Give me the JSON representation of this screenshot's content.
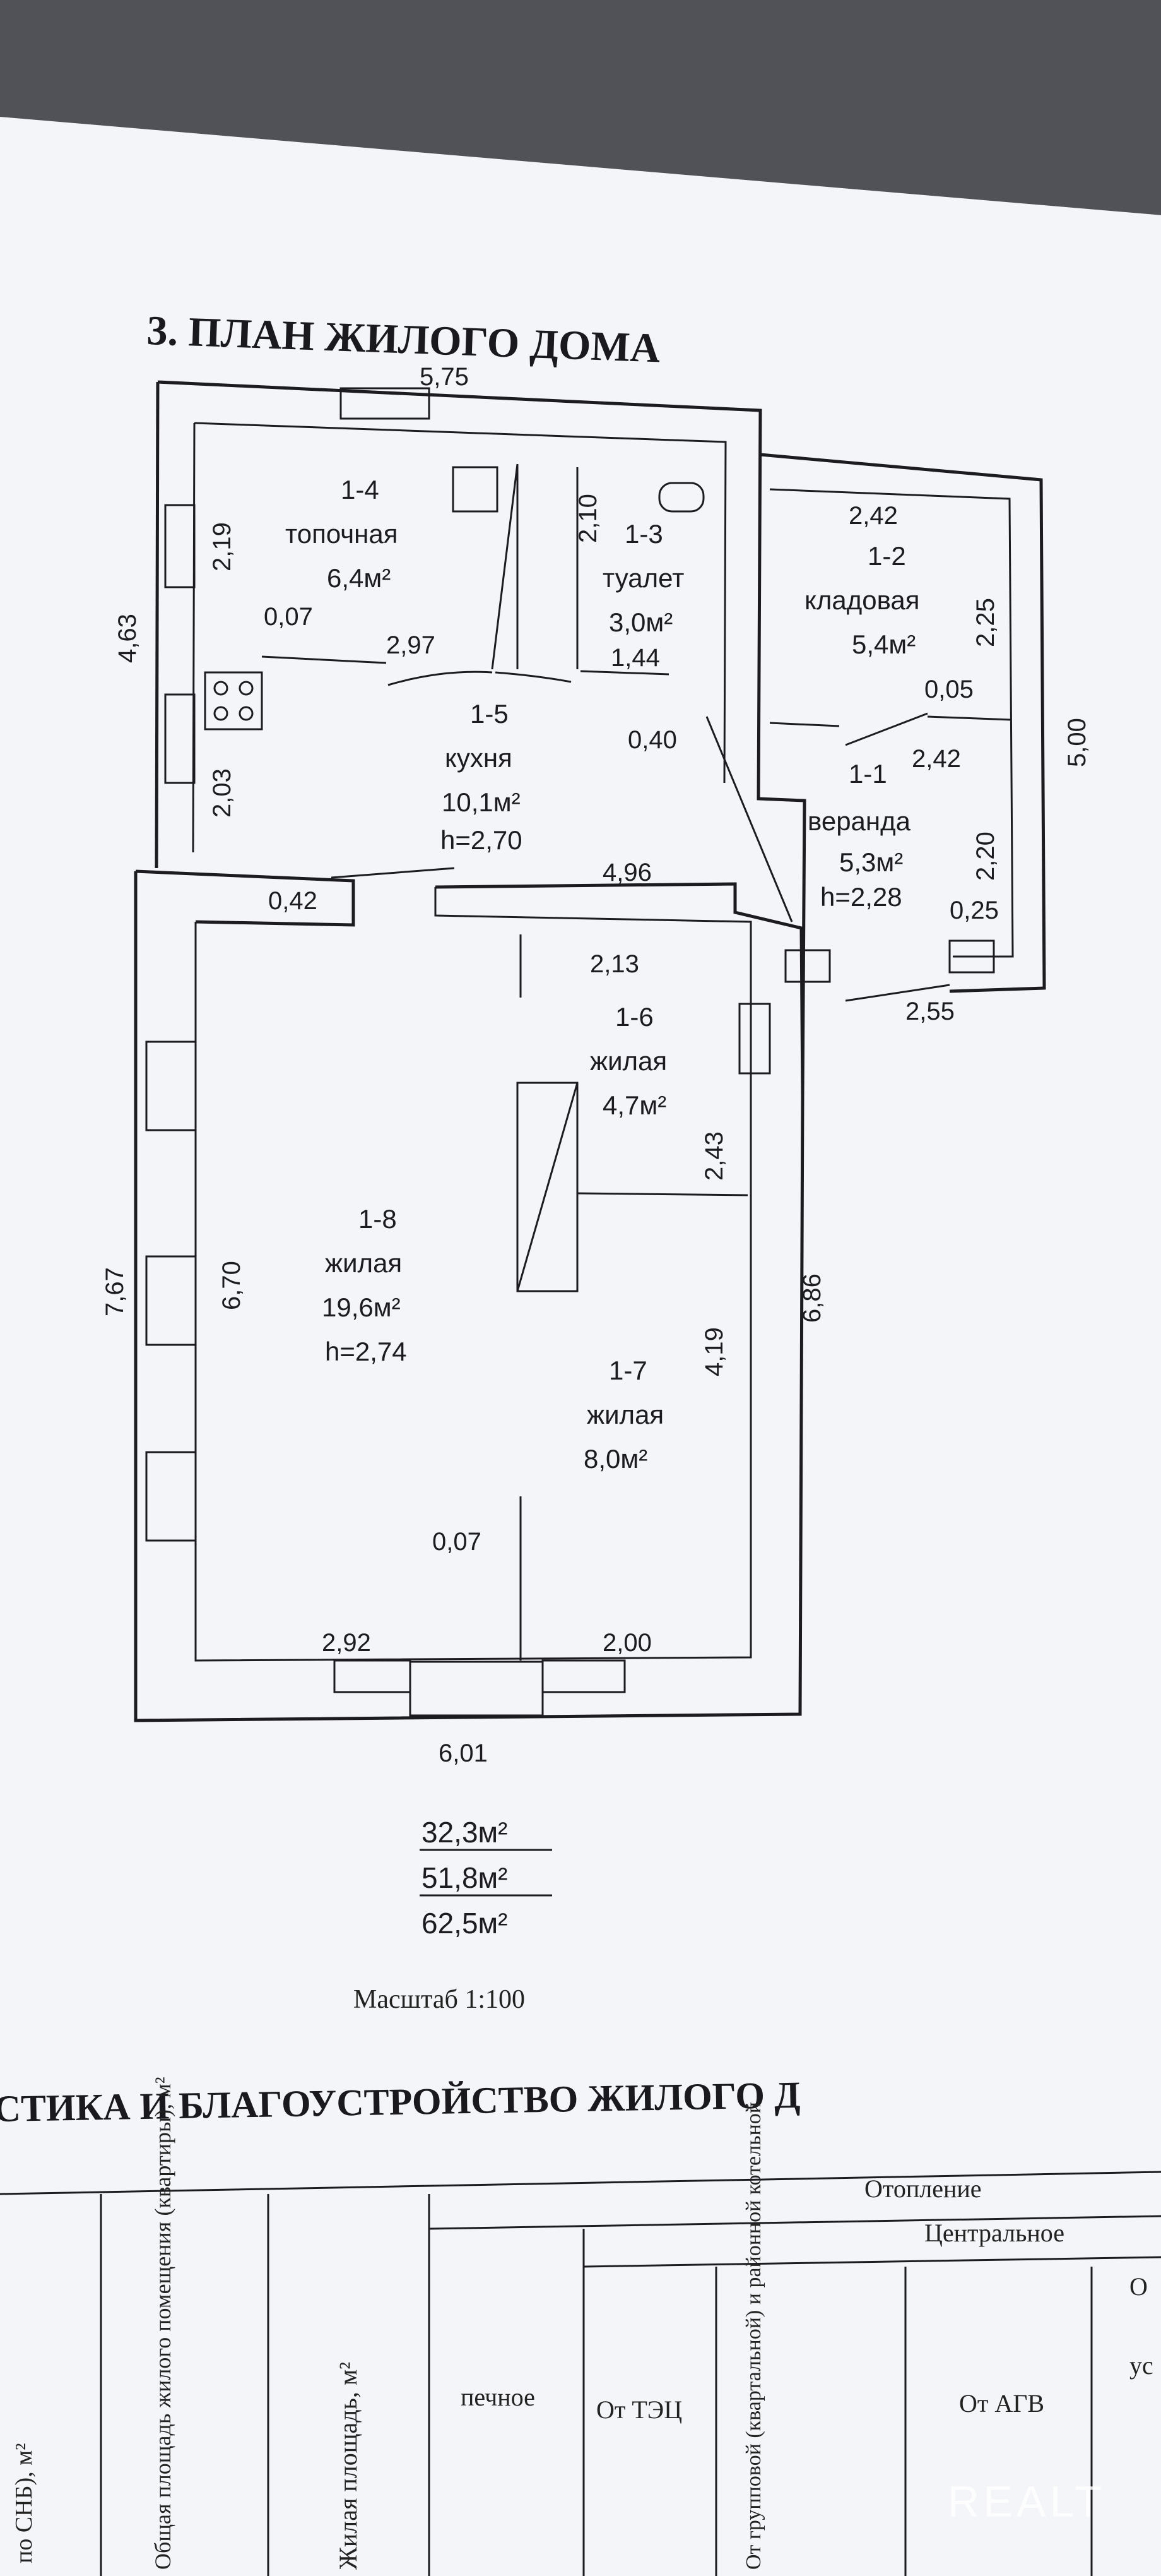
{
  "title": "3. ПЛАН ЖИЛОГО ДОМА",
  "rooms": [
    {
      "id": "1-4",
      "name": "топочная",
      "area": "6,4м²"
    },
    {
      "id": "1-3",
      "name": "туалет",
      "area": "3,0м²"
    },
    {
      "id": "1-2",
      "name": "кладовая",
      "area": "5,4м²"
    },
    {
      "id": "1-5",
      "name": "кухня",
      "area": "10,1м²",
      "height": "h=2,70"
    },
    {
      "id": "1-1",
      "name": "веранда",
      "area": "5,3м²",
      "height": "h=2,28"
    },
    {
      "id": "1-6",
      "name": "жилая",
      "area": "4,7м²"
    },
    {
      "id": "1-8",
      "name": "жилая",
      "area": "19,6м²",
      "height": "h=2,74"
    },
    {
      "id": "1-7",
      "name": "жилая",
      "area": "8,0м²"
    }
  ],
  "dimensions": {
    "top_width": "5,75",
    "d_2_19": "2,19",
    "d_2_10": "2,10",
    "d_2_42_top": "2,42",
    "d_4_63": "4,63",
    "d_2_25": "2,25",
    "d_0_07_a": "0,07",
    "d_2_97": "2,97",
    "d_1_44": "1,44",
    "d_0_05": "0,05",
    "d_5_00": "5,00",
    "d_0_40": "0,40",
    "d_2_03": "2,03",
    "d_2_42_mid": "2,42",
    "d_2_20": "2,20",
    "d_0_42": "0,42",
    "d_4_96": "4,96",
    "d_0_25": "0,25",
    "d_2_13": "2,13",
    "d_2_55": "2,55",
    "d_2_43": "2,43",
    "d_7_67": "7,67",
    "d_6_70": "6,70",
    "d_6_86": "6,86",
    "d_4_19": "4,19",
    "d_0_07_b": "0,07",
    "d_2_92": "2,92",
    "d_2_00": "2,00",
    "bottom_width": "6,01"
  },
  "totals": [
    "32,3м²",
    "51,8м²",
    "62,5м²"
  ],
  "scale": "Масштаб 1:100",
  "section_heading": "СТИКА И БЛАГОУСТРОЙСТВО ЖИЛОГО Д",
  "table": {
    "col_left_partial": "по СНБ), м²",
    "col_total_area": "Общая площадь жилого помещения (квартиры), м²",
    "col_living_area": "Жилая площадь, м²",
    "heating": "Отопление",
    "central": "Центральное",
    "stove": "печное",
    "from_tec": "От ТЭЦ",
    "from_group": "От групповой (квартальной) и районной котельной",
    "from_agv": "От АГВ",
    "partial_right_top": "О",
    "partial_right_mid": "ус"
  },
  "watermark": "REALT"
}
